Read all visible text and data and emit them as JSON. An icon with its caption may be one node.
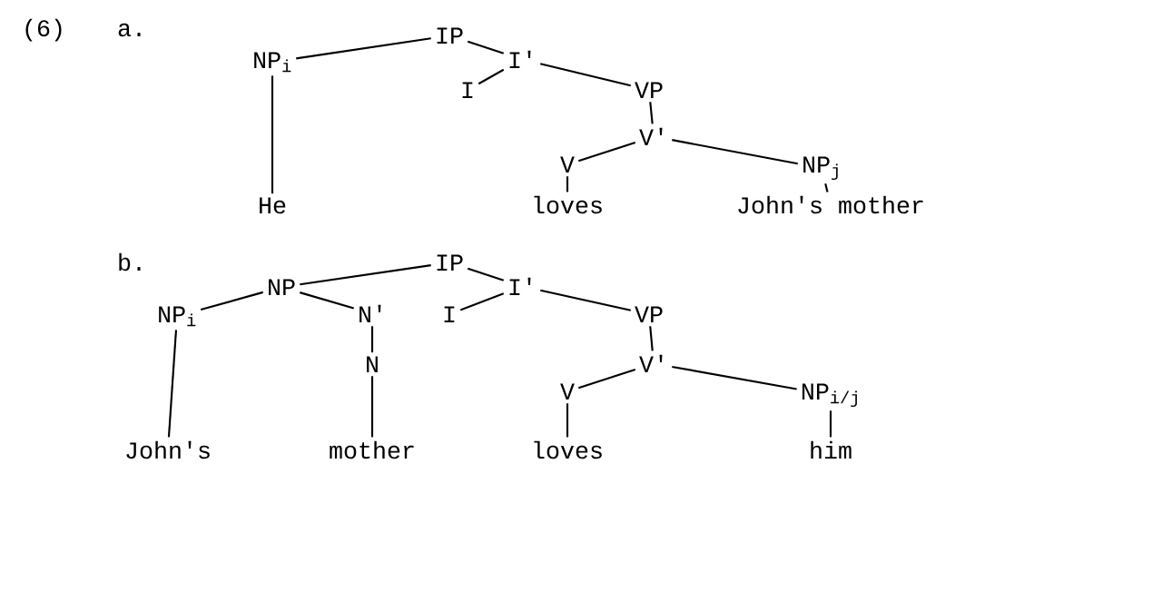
{
  "diagram": {
    "nodes": [
      {
        "text": [
          "IP"
        ]
      },
      {
        "text": [
          "NP$_{i}$"
        ]
      },
      {
        "text": [
          "I'"
        ]
      },
      {
        "text": [
          "I"
        ]
      },
      {
        "text": [
          "VP"
        ]
      },
      {
        "text": [
          "V'"
        ]
      },
      {
        "text": [
          "He"
        ]
      },
      {
        "text": [
          "V"
        ]
      },
      {
        "text": [
          "NP$_{j}$"
        ]
      },
      {
        "text": [
          "loves"
        ]
      },
      {
        "text": [
          "John's mother"
        ]
      },
      {
        "text": [
          "IP"
        ]
      },
      {
        "text": [
          "NP"
        ]
      },
      {
        "text": [
          "I'"
        ]
      },
      {
        "text": [
          "NP$_{i}$"
        ]
      },
      {
        "text": [
          "N'"
        ]
      },
      {
        "text": [
          "I"
        ]
      },
      {
        "text": [
          "VP"
        ]
      },
      {
        "text": [
          "N"
        ]
      },
      {
        "text": [
          "V'"
        ]
      },
      {
        "text": [
          "V"
        ]
      },
      {
        "text": [
          "NP$_{i/j}$"
        ]
      },
      {
        "text": [
          "John's"
        ]
      },
      {
        "text": [
          "mother"
        ]
      },
      {
        "text": [
          "loves"
        ]
      },
      {
        "text": [
          "him"
        ]
      }
    ],
    "edges": [
      {
        "from": 0,
        "to": 1,
        "arrow": "none"
      },
      {
        "from": 0,
        "to": 2,
        "arrow": "none"
      },
      {
        "from": 2,
        "to": 3,
        "arrow": "none"
      },
      {
        "from": 2,
        "to": 4,
        "arrow": "none"
      },
      {
        "from": 1,
        "to": 6,
        "arrow": "none"
      },
      {
        "from": 4,
        "to": 5,
        "arrow": "none"
      },
      {
        "from": 5,
        "to": 7,
        "arrow": "none"
      },
      {
        "from": 5,
        "to": 8,
        "arrow": "none"
      },
      {
        "from": 7,
        "to": 9,
        "arrow": "none"
      },
      {
        "from": 8,
        "to": 10,
        "arrow": "none"
      },
      {
        "from": 11,
        "to": 12,
        "arrow": "none"
      },
      {
        "from": 11,
        "to": 13,
        "arrow": "none"
      },
      {
        "from": 12,
        "to": 14,
        "arrow": "none"
      },
      {
        "from": 12,
        "to": 15,
        "arrow": "none"
      },
      {
        "from": 13,
        "to": 16,
        "arrow": "none"
      },
      {
        "from": 13,
        "to": 17,
        "arrow": "none"
      },
      {
        "from": 14,
        "to": 22,
        "arrow": "none"
      },
      {
        "from": 15,
        "to": 18,
        "arrow": "none"
      },
      {
        "from": 18,
        "to": 23,
        "arrow": "none"
      },
      {
        "from": 17,
        "to": 19,
        "arrow": "none"
      },
      {
        "from": 19,
        "to": 20,
        "arrow": "none"
      },
      {
        "from": 19,
        "to": 21,
        "arrow": "none"
      },
      {
        "from": 20,
        "to": 24,
        "arrow": "none"
      },
      {
        "from": 21,
        "to": 25,
        "arrow": "none"
      }
    ],
    "labels": [
      "(6)",
      "a.",
      "b."
    ]
  }
}
